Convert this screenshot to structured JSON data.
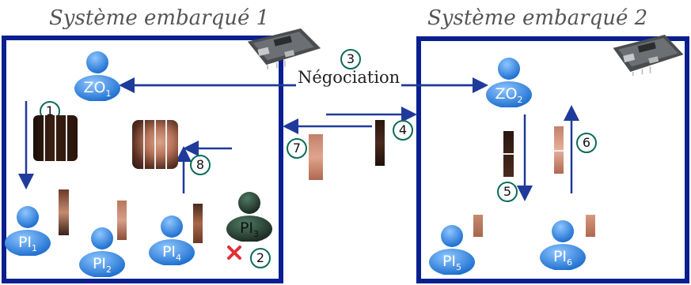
{
  "systems": [
    {
      "title": "Système embarqué 1"
    },
    {
      "title": "Système embarqué 2"
    }
  ],
  "negotiation_label": "Négociation",
  "agents": {
    "zo1": {
      "base": "ZO",
      "sub": "1"
    },
    "zo2": {
      "base": "ZO",
      "sub": "2"
    },
    "pi1": {
      "base": "PI",
      "sub": "1"
    },
    "pi2": {
      "base": "PI",
      "sub": "2"
    },
    "pi3": {
      "base": "PI",
      "sub": "3"
    },
    "pi4": {
      "base": "PI",
      "sub": "4"
    },
    "pi5": {
      "base": "PI",
      "sub": "5"
    },
    "pi6": {
      "base": "PI",
      "sub": "6"
    }
  },
  "steps": [
    "1",
    "2",
    "3",
    "4",
    "5",
    "6",
    "7",
    "8"
  ],
  "colors": {
    "frame": "#0a1f8f",
    "arrow": "#1f3a9a",
    "agent": "#2f86e0",
    "failed_agent": "#2c4a3a",
    "step_ring": "#0c6b5a",
    "cross": "#e0303a"
  }
}
